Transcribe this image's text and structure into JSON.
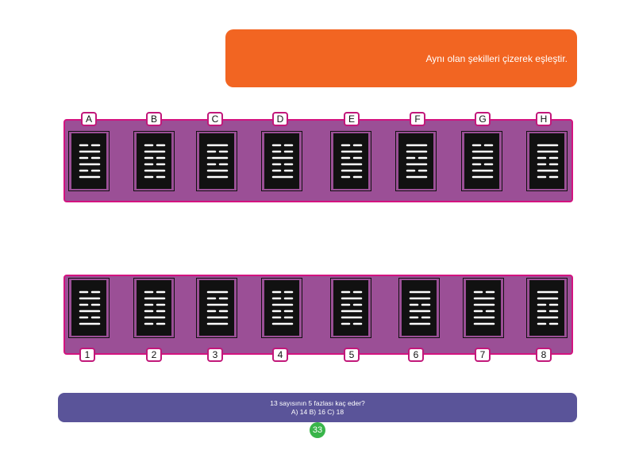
{
  "instruction": {
    "text": "Aynı olan şekilleri çizerek eşleştir."
  },
  "top_row": {
    "labels": [
      "A",
      "B",
      "C",
      "D",
      "E",
      "F",
      "G",
      "H"
    ]
  },
  "bottom_row": {
    "labels": [
      "1",
      "2",
      "3",
      "4",
      "5",
      "6",
      "7",
      "8"
    ]
  },
  "question": {
    "line1": "13 sayısının 5 fazlası kaç eder?",
    "line2": "A) 14 B) 16 C) 18"
  },
  "page_number": "33",
  "colors": {
    "instruction_bg": "#f26522",
    "panel_bg": "#9b4f96",
    "panel_border": "#d3137f",
    "question_bg": "#5a5499",
    "page_number_bg": "#39b54a"
  }
}
